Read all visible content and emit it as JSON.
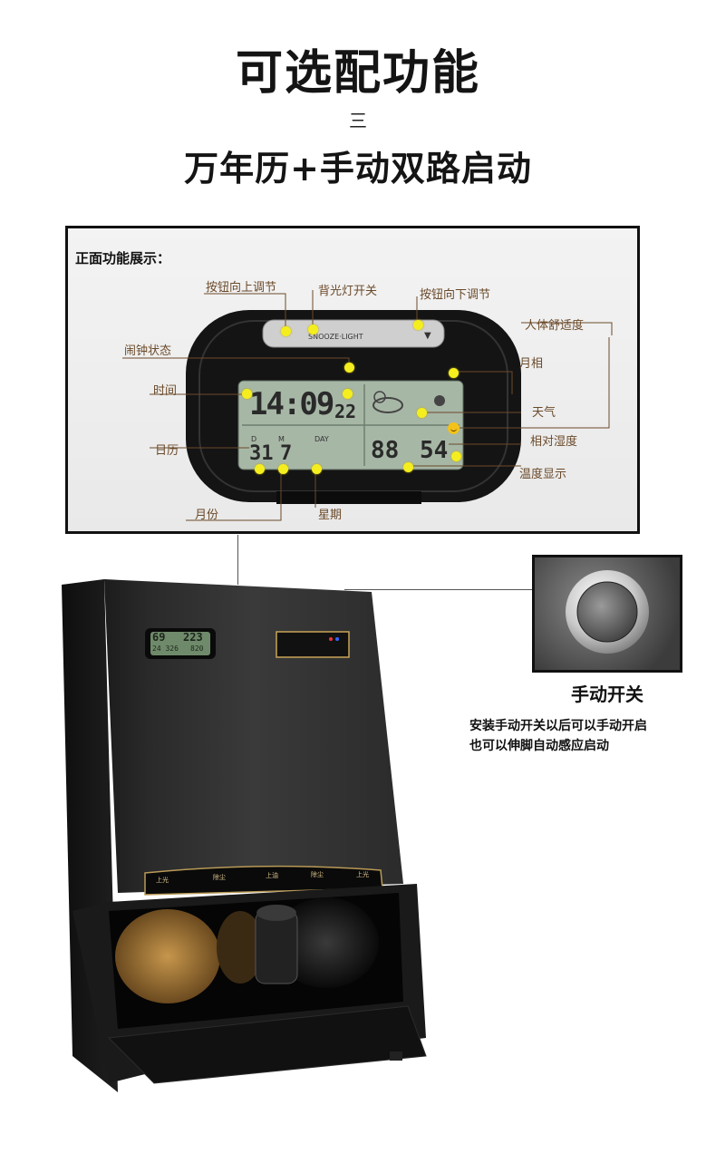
{
  "heading": {
    "title": "可选配功能",
    "mark": "三",
    "subtitle": "万年历+手动双路启动"
  },
  "front_panel": {
    "title": "正面功能展示：",
    "labels": {
      "button_up": "按钮向上调节",
      "backlight": "背光灯开关",
      "button_down": "按钮向下调节",
      "comfort": "人体舒适度",
      "alarm": "闹钟状态",
      "moon_phase": "月相",
      "time": "时间",
      "weather": "天气",
      "humidity": "相对湿度",
      "date": "日历",
      "temperature": "温度显示",
      "month": "月份",
      "weekday": "星期"
    },
    "device": {
      "button_strip_text": "SNOOZE·LIGHT",
      "time": "14:09",
      "seconds": "22",
      "date_labels": [
        "D",
        "M",
        "DAY"
      ],
      "day_value": "31",
      "month_value": "7",
      "temp_value": "88",
      "humidity_value": "54"
    }
  },
  "machine": {
    "display": {
      "top_left": "69",
      "top_right": "223",
      "bottom_left": "24 326",
      "bottom_right": "820"
    },
    "control_labels": [
      "上光",
      "除尘",
      "上油",
      "除尘",
      "上光"
    ]
  },
  "switch": {
    "title": "手动开关",
    "description_line1": "安装手动开关以后可以手动开启",
    "description_line2": "也可以伸脚自动感应启动"
  }
}
